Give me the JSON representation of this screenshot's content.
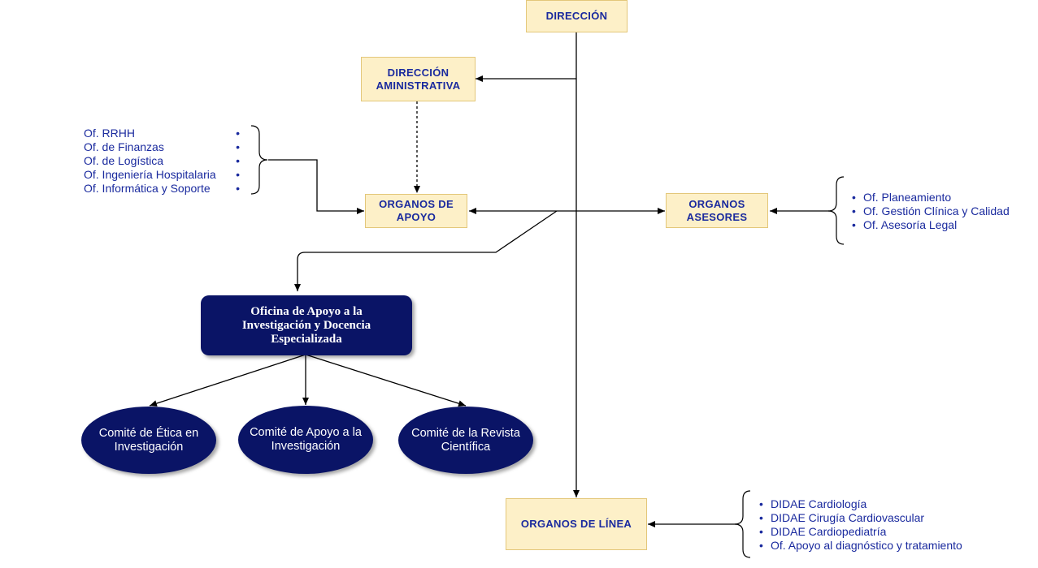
{
  "nodes": {
    "direccion": "DIRECCIÓN",
    "direccion_admin": [
      "DIRECCIÓN",
      "AMINISTRATIVA"
    ],
    "organos_apoyo": [
      "ORGANOS DE",
      "APOYO"
    ],
    "organos_asesores": [
      "ORGANOS",
      "ASESORES"
    ],
    "organos_linea": "ORGANOS DE LÍNEA",
    "oficina": [
      "Oficina de Apoyo a la",
      "Investigación y Docencia",
      "Especializada"
    ]
  },
  "committees": [
    [
      "Comité de Ética en",
      "Investigación"
    ],
    [
      "Comité de Apoyo a la",
      "Investigación"
    ],
    [
      "Comité de la Revista",
      "Científica"
    ]
  ],
  "lists": {
    "apoyo": [
      "Of. RRHH",
      "Of. de Finanzas",
      "Of. de Logística",
      "Of. Ingeniería Hospitalaria",
      "Of. Informática y Soporte"
    ],
    "asesores": [
      "Of. Planeamiento",
      "Of. Gestión Clínica y Calidad",
      "Of. Asesoría Legal"
    ],
    "linea": [
      "DIDAE Cardiología",
      "DIDAE Cirugía Cardiovascular",
      "DIDAE Cardiopediatría",
      "Of. Apoyo al diagnóstico y tratamiento"
    ]
  },
  "bullet": "•",
  "colors": {
    "box_fill": "#fdf0c8",
    "box_border": "#e3c77a",
    "box_text": "#1a2a9e",
    "navy": "#0a1466",
    "connector": "#000000"
  }
}
